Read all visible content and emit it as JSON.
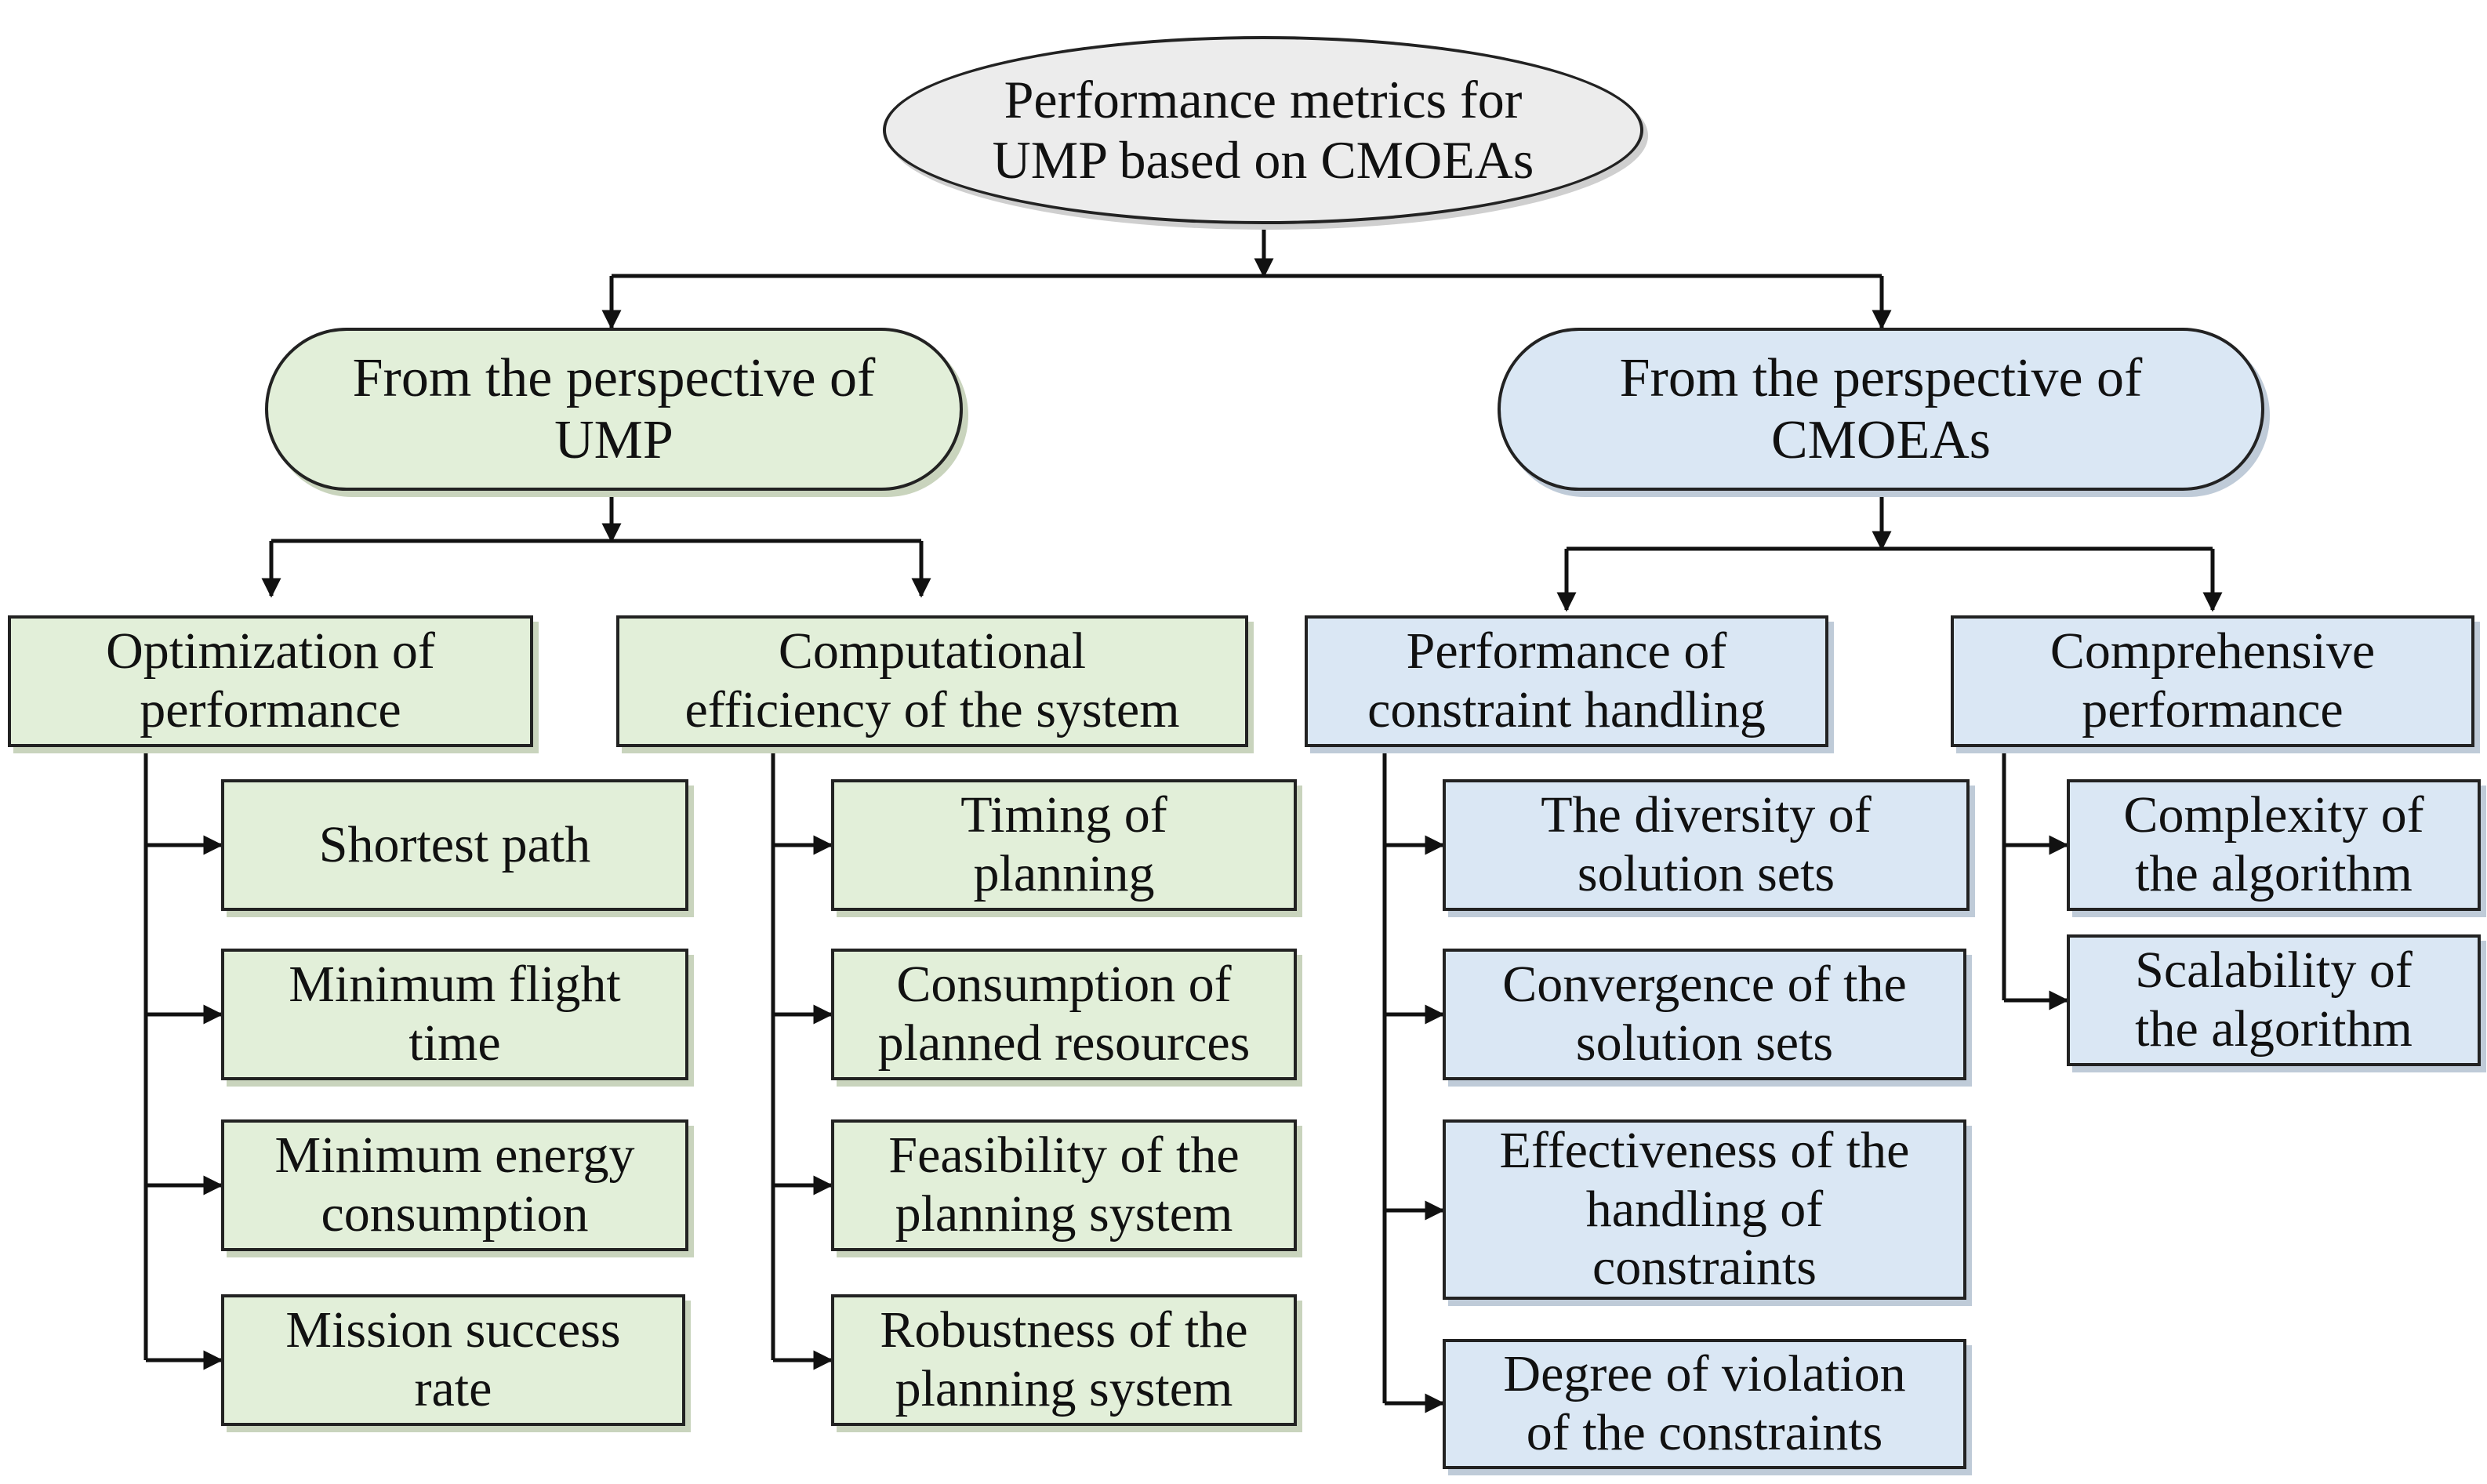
{
  "root": {
    "label": "Performance metrics for\nUMP based on CMOEAs"
  },
  "perspectives": [
    {
      "label": "From the perspective of\nUMP",
      "categories": [
        {
          "label": "Optimization of\nperformance",
          "items": [
            "Shortest path",
            "Minimum flight\ntime",
            "Minimum energy\nconsumption",
            "Mission success\nrate"
          ]
        },
        {
          "label": "Computational\nefficiency of the system",
          "items": [
            "Timing of\nplanning",
            "Consumption of\nplanned resources",
            "Feasibility of the\nplanning system",
            "Robustness of the\nplanning system"
          ]
        }
      ]
    },
    {
      "label": "From the perspective of\nCMOEAs",
      "categories": [
        {
          "label": "Performance of\nconstraint handling",
          "items": [
            "The diversity of\nsolution sets",
            "Convergence of the\nsolution sets",
            "Effectiveness of the\nhandling of\nconstraints",
            "Degree of violation\nof the constraints"
          ]
        },
        {
          "label": "Comprehensive\nperformance",
          "items": [
            "Complexity of\nthe algorithm",
            "Scalability of\nthe algorithm"
          ]
        }
      ]
    }
  ],
  "colors": {
    "ump_fill": "#e2efd9",
    "cmoea_fill": "#dae7f4",
    "root_fill": "#ececec",
    "line": "#111111"
  }
}
